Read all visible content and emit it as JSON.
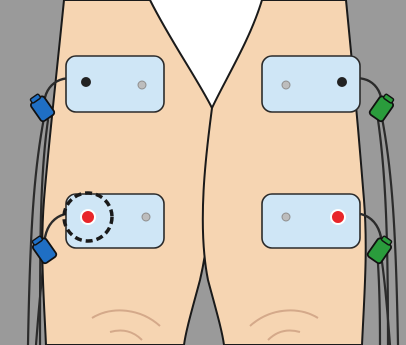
{
  "figure": {
    "kind": "electrode-placement-illustration",
    "legs": [
      {
        "side": "left",
        "electrodes": [
          {
            "position": "upper",
            "active_dot_color": "#222222",
            "connector_color": "#1f6fc4",
            "highlighted": false
          },
          {
            "position": "lower",
            "active_dot_color": "#e8262a",
            "connector_color": "#1f6fc4",
            "highlighted": true
          }
        ]
      },
      {
        "side": "right",
        "electrodes": [
          {
            "position": "upper",
            "active_dot_color": "#222222",
            "connector_color": "#2a9c3c",
            "highlighted": false
          },
          {
            "position": "lower",
            "active_dot_color": "#e8262a",
            "connector_color": "#2a9c3c",
            "highlighted": false
          }
        ]
      }
    ]
  },
  "colors": {
    "background": "#9a9a9a",
    "skin": "#f6d5b2",
    "skin_outline": "#1a1a1a",
    "pad_fill": "#cfe6f6",
    "pad_outline": "#2a2a2a",
    "inactive_dot": "#bdbdbd",
    "cable": "#2b2b2b",
    "highlight_ring": "#1a1a1a"
  }
}
